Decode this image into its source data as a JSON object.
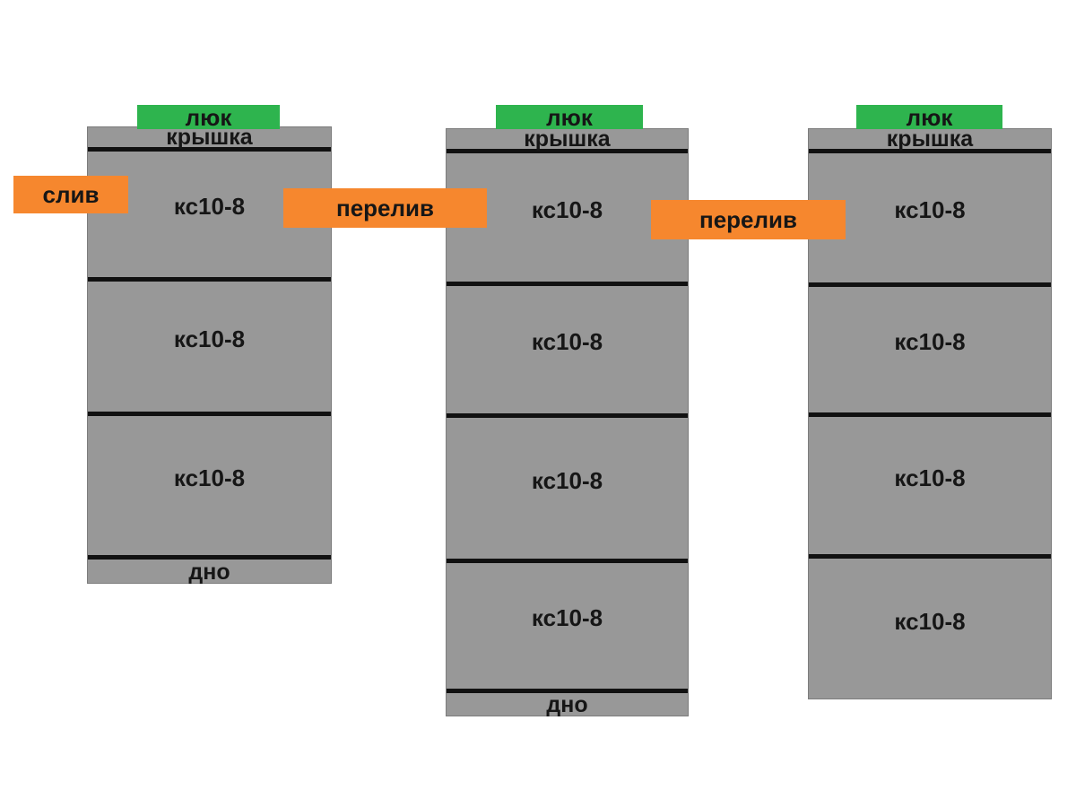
{
  "colors": {
    "ring_gray": "#989898",
    "ring_border": "#7c7c7c",
    "hatch_green": "#2eb44e",
    "flow_orange": "#f6872e",
    "separator_line": "#111111",
    "text": "#161616"
  },
  "tanks": [
    {
      "id": "tank-1",
      "hatch": "люк",
      "cover": "крышка",
      "rings": [
        "кс10-8",
        "кс10-8",
        "кс10-8"
      ],
      "bottom": "дно"
    },
    {
      "id": "tank-2",
      "hatch": "люк",
      "cover": "крышка",
      "rings": [
        "кс10-8",
        "кс10-8",
        "кс10-8",
        "кс10-8"
      ],
      "bottom": "дно"
    },
    {
      "id": "tank-3",
      "hatch": "люк",
      "cover": "крышка",
      "rings": [
        "кс10-8",
        "кс10-8",
        "кс10-8",
        "кс10-8"
      ],
      "bottom": ""
    }
  ],
  "connections": [
    {
      "label": "слив"
    },
    {
      "label": "перелив"
    },
    {
      "label": "перелив"
    }
  ]
}
